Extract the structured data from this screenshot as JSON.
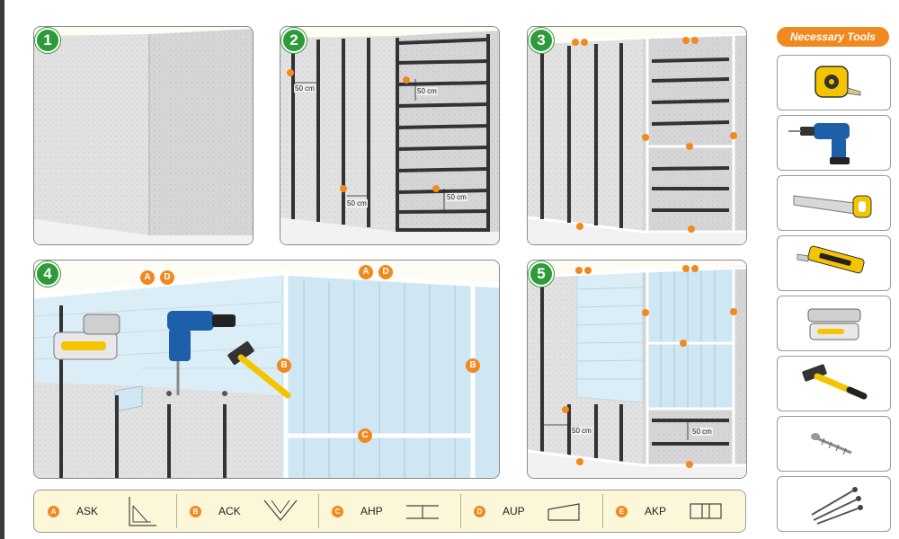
{
  "steps": [
    "1",
    "2",
    "3",
    "4",
    "5"
  ],
  "dimensions": {
    "spacing": "50 cm"
  },
  "markers": {
    "A": "A",
    "B": "B",
    "C": "C",
    "D": "D",
    "E": "E"
  },
  "tools": {
    "title": "Necessary Tools",
    "items": [
      "tape-measure-icon",
      "drill-icon",
      "saw-icon",
      "utility-knife-icon",
      "staple-gun-icon",
      "hammer-icon",
      "screw-icon",
      "nails-icon"
    ]
  },
  "legend": [
    {
      "letter": "A",
      "code": "ASK",
      "profile": "corner-profile-icon"
    },
    {
      "letter": "B",
      "code": "ACK",
      "profile": "v-profile-icon"
    },
    {
      "letter": "C",
      "code": "AHP",
      "profile": "h-profile-icon"
    },
    {
      "letter": "D",
      "code": "AUP",
      "profile": "ceiling-profile-icon"
    },
    {
      "letter": "E",
      "code": "AKP",
      "profile": "joint-profile-icon"
    }
  ],
  "colors": {
    "accent": "#f08a1f",
    "step": "#2f9a3a",
    "panel_blue": "#cfe6f3",
    "wall": "#e4e4e4",
    "stud": "#333333"
  }
}
